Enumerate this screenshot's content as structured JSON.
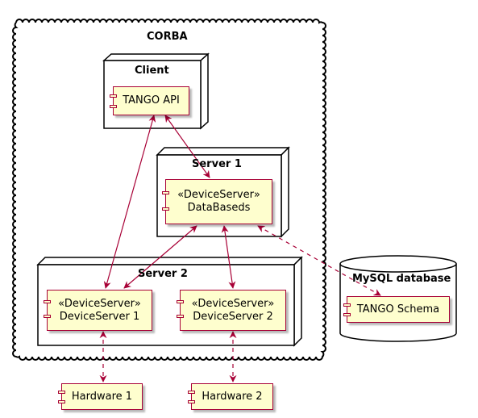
{
  "cloud": {
    "label": "CORBA"
  },
  "nodes": {
    "client": {
      "label": "Client"
    },
    "server1": {
      "label": "Server 1"
    },
    "server2": {
      "label": "Server 2"
    }
  },
  "database": {
    "label": "MySQL database"
  },
  "components": {
    "tango_api": {
      "label": "TANGO API"
    },
    "databaseds": {
      "stereotype": "«DeviceServer»",
      "label": "DataBaseds"
    },
    "deviceserver1": {
      "stereotype": "«DeviceServer»",
      "label": "DeviceServer 1"
    },
    "deviceserver2": {
      "stereotype": "«DeviceServer»",
      "label": "DeviceServer 2"
    },
    "tango_schema": {
      "label": "TANGO Schema"
    },
    "hardware1": {
      "label": "Hardware 1"
    },
    "hardware2": {
      "label": "Hardware 2"
    }
  },
  "colors": {
    "component_fill": "#FEFECE",
    "component_border": "#A80036",
    "arrow": "#A80036",
    "container_border": "#000000"
  }
}
